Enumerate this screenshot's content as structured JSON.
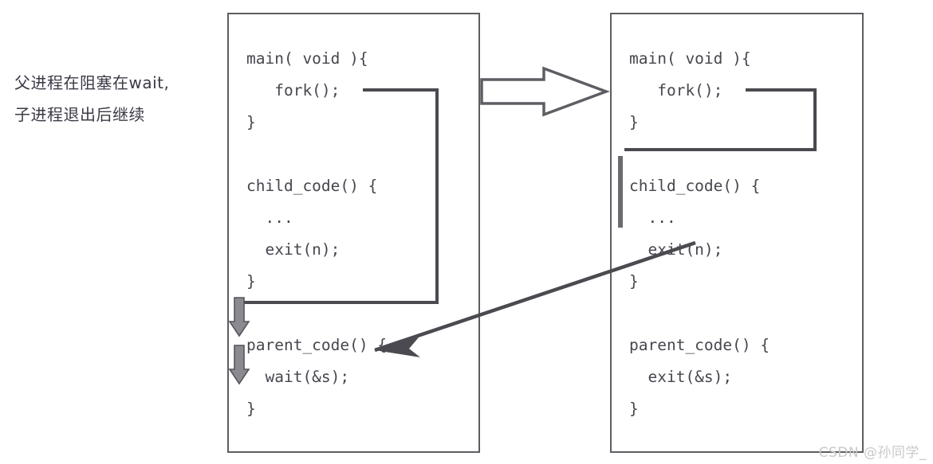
{
  "annotation": {
    "line1": "父进程在阻塞在wait,",
    "line2": "子进程退出后继续"
  },
  "panels": {
    "left": {
      "name": "wait-version",
      "code": "main( void ){\n   fork();\n}\n\nchild_code() {\n  ...\n  exit(n);\n}\n\nparent_code() {\n  wait(&s);\n}"
    },
    "right": {
      "name": "exit-version",
      "code": "main( void ){\n   fork();\n}\n\nchild_code() {\n  ...\n  exit(n);\n}\n\nparent_code() {\n  exit(&s);\n}"
    }
  },
  "arrows": {
    "transform_arrow": "block-arrow-right",
    "loop_left": "fork-returns-twice-loop",
    "loop_right": "fork-returns-twice-loop",
    "exit_to_wait": "child-exit-unblocks-parent-wait",
    "blocked_markers": "parent-blocked-down-arrows"
  },
  "colors": {
    "text": "#46464f",
    "annotation": "#3a3a46",
    "panel_border": "#5d5d63",
    "arrow": "#4a4a50",
    "watermark": "#c9c9c9",
    "background": "#ffffff"
  },
  "watermark": "CSDN @孙同学_"
}
